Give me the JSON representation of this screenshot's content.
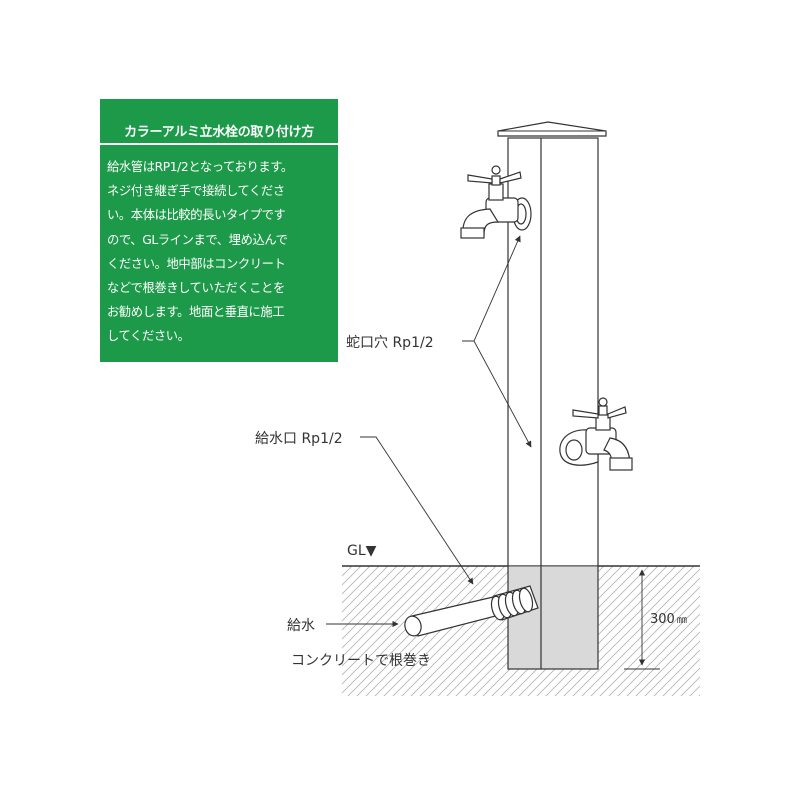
{
  "info_box": {
    "title": "カラーアルミ立水栓の取り付け方",
    "lines": [
      "給水管はRP1/2となっております。",
      "ネジ付き継ぎ手で接続してくださ",
      "い。本体は比較的長いタイプです",
      "ので、GLラインまで、埋め込んで",
      "ください。地中部はコンクリート",
      "などで根巻きしていただくことを",
      "お勧めします。地面と垂直に施工",
      "してください。"
    ],
    "background_color": "#1d9a49"
  },
  "labels": {
    "faucet_hole": "蛇口穴 Rp1/2",
    "water_inlet": "給水口 Rp1/2",
    "ground_line": "GL▼",
    "depth": "300",
    "depth_unit": "㎜",
    "water_supply": "給水",
    "concrete": "コンクリートで根巻き"
  },
  "colors": {
    "line": "#333333",
    "concrete": "#d9d9d9",
    "hatch": "#b3b3b3"
  }
}
